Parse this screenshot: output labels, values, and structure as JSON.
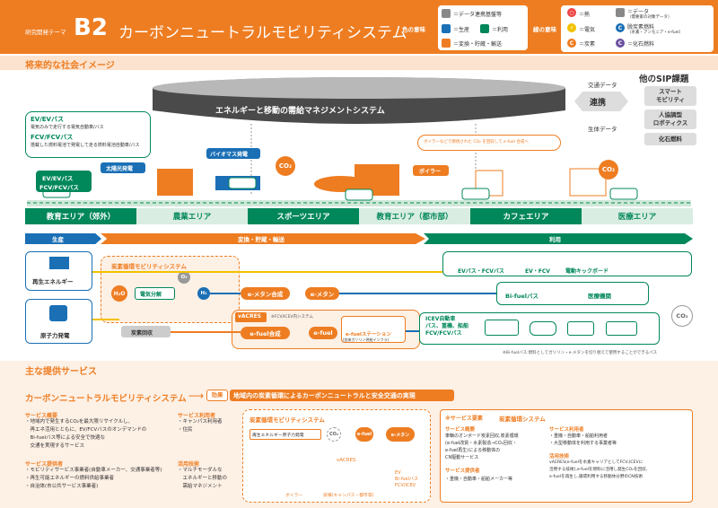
{
  "header": {
    "theme_label": "研究開発テーマ",
    "code": "B2",
    "title": "カーボンニュートラルモビリティシステム"
  },
  "legend": {
    "color_meaning": "色の意味",
    "line_meaning": "線の意味",
    "data_platform": "＝データ連携基盤等",
    "production": "＝生産",
    "utilization": "＝利用",
    "conversion": "＝変換・貯蔵・輸送",
    "heat": "＝熱",
    "data_target": "＝データ",
    "data_target_sub": "（需要家の対象データ）",
    "electricity": "＝電気",
    "co2_fuel": "脱炭素燃料",
    "co2_fuel_sub": "（水素・アンモニア・e-fuel）",
    "carbon": "＝炭素",
    "fossil_fuel": "＝化石燃料",
    "colors": {
      "blue": "#1a6fb5",
      "green": "#00875a",
      "orange": "#ee7d22",
      "gray": "#888888",
      "yellow": "#f2c200",
      "purple": "#6b4fa0"
    }
  },
  "future": {
    "heading": "将来的な社会イメージ",
    "ems": "エネルギーと移動の需給マネジメントシステム",
    "traffic_data": "交通データ",
    "link": "連携",
    "life_data": "生体データ",
    "other_sip": "他のSIP課題",
    "sip_items": [
      "スマート\nモビリティ",
      "人協調型\nロボティクス",
      "化石燃料"
    ],
    "ev_title": "EV/EVバス",
    "ev_desc": "電気のみで走行する電気自動車/バス",
    "fcv_title": "FCV/FCVバス",
    "fcv_desc": "搭載した燃料電池で発電して走る燃料電池自動車/バス",
    "solar": "太陽光発電",
    "biomass": "バイオマス発電",
    "boiler": "ボイラー",
    "boiler_note": "ボイラーなどで燃焼された CO₂ を回収して e-fuel 合成へ",
    "evbus": "EV/EVバス",
    "fcvbus": "FCV/FCVバス",
    "co2": "CO₂",
    "areas": [
      "教育エリア（郊外）",
      "農業エリア",
      "スポーツエリア",
      "教育エリア（都市部）",
      "カフェエリア",
      "医療エリア"
    ]
  },
  "flow": {
    "production": "生産",
    "conversion": "変換・貯蔵・輸送",
    "use": "利用",
    "renewable": "再生エネルギー",
    "nuclear": "原子力発電",
    "ccs_title": "炭素循環モビリティシステム",
    "h2o": "H₂O",
    "electrolysis": "電気分解",
    "o2": "O₂",
    "h2": "H₂",
    "emethane_syn": "e-メタン合成",
    "emethane": "e-メタン",
    "vacres": "vACRES",
    "vacres_note": "※FCV/ICEV内システム",
    "efuel_syn": "e-fuel合成",
    "efuel": "e-fuel",
    "station": "e-fuelステーション",
    "station_sub": "(従来ガソリン供給インフラ)",
    "carbon_recovery": "炭素回収",
    "use1": [
      "EVバス・FCVバス",
      "EV・FCV",
      "電動キックボード"
    ],
    "bifuel": "Bi-fuelバス",
    "medical": "医療機関",
    "icev": "ICEV自動車\nバス、重機、船舶\nFCV/FCVバス",
    "co2": "CO₂",
    "footnote": "※Bi-fuelバス:燃料としてガソリン・e-メタンを切り替えて使用することができるバス"
  },
  "services": {
    "heading": "主な提供サービス",
    "sys_name": "カーボンニュートラルモビリティシステム",
    "effect_tag": "効果",
    "effect": "地域内の炭素循環によるカーボンニュートラルと安全交通の実現",
    "overview_title": "サービス概要",
    "overview": "・地域内で発生するCO₂を最大限リサイクルし、\n　再エネ活用とともに、EV/FCVバスのオンデマンドの\n　Bi-fuelバス等による安全で快適な\n　交通を実現するサービス",
    "provider_title": "サービス提供者",
    "providers": "・モビリティサービス事業者(自動車メーカー、交通事業者等)\n・再生可能エネルギーの燃料供給事業者\n・自治体(市公共サービス事業者)",
    "users_title": "サービス利用者",
    "users": "・キャンパス利用者\n・住民",
    "tech_title": "活用技術",
    "tech": "・マルチモーダルな\n　エネルギーと移動の\n　需給マネジメント",
    "ccs_title": "炭素循環モビリティシステム",
    "mini_renew": "再生エネルギー原子力発電",
    "mini_co2": "CO₂",
    "mini_efuel": "e-fuel",
    "mini_emethane": "e-メタン",
    "mini_vacres": "vACRES",
    "mini_boiler": "ボイラー",
    "mini_campus": "技場(キャンパス・都市等)",
    "mini_ev": "EV\nBi-fuelバス\nFCV/ICEV",
    "elem_tag": "※サービス要素",
    "elem_name": "炭素循環システム",
    "elem_overview_title": "サービス概要",
    "elem_overview": "車輌のオンボード炭素回収,炭素循環\n(e-fuel改質・水素製造→CO₂回収・\ne-fuel再生)による移動体の\nCN駆動サービス",
    "elem_provider_title": "サービス提供者",
    "elem_provider": "・重機・自動車・船舶メーカー等",
    "elem_users_title": "サービス利用者",
    "elem_users": "・重機・自動車・船舶利用者\n・大型移動体を利用する事業者等",
    "elem_tech_title": "活用技術",
    "elem_tech": "vACRES(e-fuelを水素キャリアとしてFCV,ICEVに\n活用する技術),e-fuelを燃料に活用し発生CO₂を回収,\ne-fuelを再生し,循環利用する移動体分野のCN技術"
  }
}
